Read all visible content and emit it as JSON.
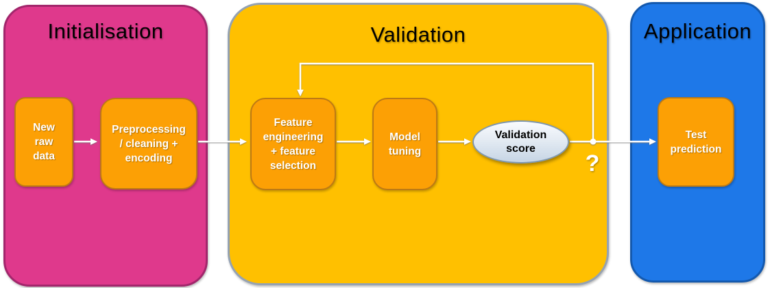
{
  "diagram": {
    "sections": [
      {
        "id": "initialisation",
        "title": "Initialisation",
        "fill": "#DF398C",
        "border": "#A2266C"
      },
      {
        "id": "validation",
        "title": "Validation",
        "fill": "#FFC000",
        "border": "#94A2B3"
      },
      {
        "id": "application",
        "title": "Application",
        "fill": "#1E78E8",
        "border": "#1459AE"
      }
    ],
    "nodes": [
      {
        "id": "new-raw-data",
        "section": "initialisation",
        "shape": "rounded-rectangle",
        "label": "New\nraw\ndata",
        "fill": "#FCA005",
        "border": "#BD7A15",
        "text_color": "#FFFFFF"
      },
      {
        "id": "preprocessing",
        "section": "initialisation",
        "shape": "rounded-rectangle",
        "label": "Preprocessing\n/ cleaning +\nencoding",
        "fill": "#FCA005",
        "border": "#BD7A15",
        "text_color": "#FFFFFF"
      },
      {
        "id": "feature-engineering",
        "section": "validation",
        "shape": "rounded-rectangle",
        "label": "Feature\nengineering\n+ feature\nselection",
        "fill": "#FCA005",
        "border": "#BD7A15",
        "text_color": "#FFFFFF"
      },
      {
        "id": "model-tuning",
        "section": "validation",
        "shape": "rounded-rectangle",
        "label": "Model\ntuning",
        "fill": "#FCA005",
        "border": "#BD7A15",
        "text_color": "#FFFFFF"
      },
      {
        "id": "validation-score",
        "section": "validation",
        "shape": "ellipse",
        "label": "Validation\nscore",
        "fill": "#E4EBF3",
        "border": "#7E97AF",
        "text_color": "#000000"
      },
      {
        "id": "test-prediction",
        "section": "application",
        "shape": "rounded-rectangle",
        "label": "Test\nprediction",
        "fill": "#FCA005",
        "border": "#BD7A15",
        "text_color": "#FFFFFF"
      }
    ],
    "edges": [
      {
        "from": "new-raw-data",
        "to": "preprocessing",
        "type": "arrow"
      },
      {
        "from": "preprocessing",
        "to": "feature-engineering",
        "type": "arrow"
      },
      {
        "from": "feature-engineering",
        "to": "model-tuning",
        "type": "arrow"
      },
      {
        "from": "model-tuning",
        "to": "validation-score",
        "type": "arrow"
      },
      {
        "from": "validation-score",
        "to": "test-prediction",
        "type": "arrow-through-junction"
      },
      {
        "from": "validation-score",
        "to": "feature-engineering",
        "type": "feedback-loop"
      }
    ],
    "decision_mark": "?",
    "arrow_color": "#FFFFFF",
    "title_color": "#000000"
  }
}
